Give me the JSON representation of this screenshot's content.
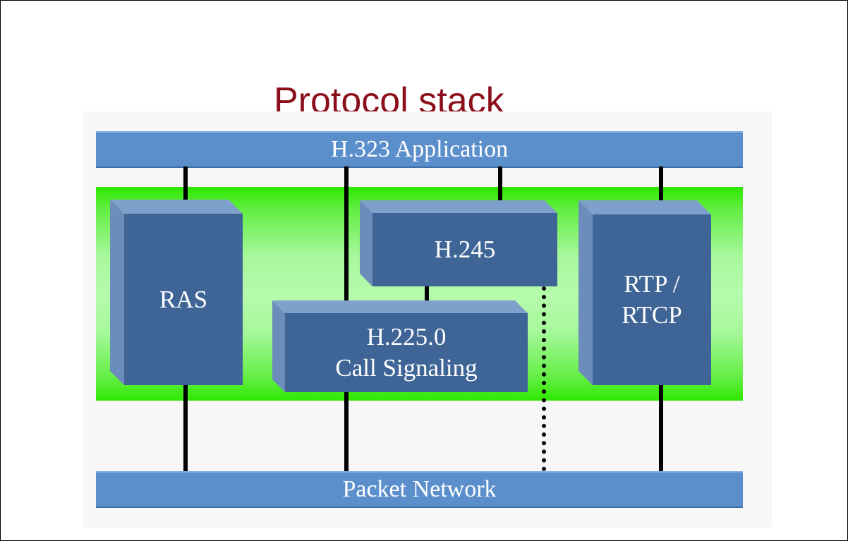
{
  "title": "Protocol stack",
  "layers": {
    "application": "H.323 Application",
    "network": "Packet Network"
  },
  "blocks": {
    "ras": "RAS",
    "h245": "H.245",
    "h2250_line1": "H.225.0",
    "h2250_line2": "Call Signaling",
    "rtp_line1": "RTP /",
    "rtp_line2": "RTCP"
  },
  "colors": {
    "title": "#8b0f1b",
    "bar": "#5b8fcc",
    "block": "#3f6597",
    "band": "#2ee800"
  }
}
